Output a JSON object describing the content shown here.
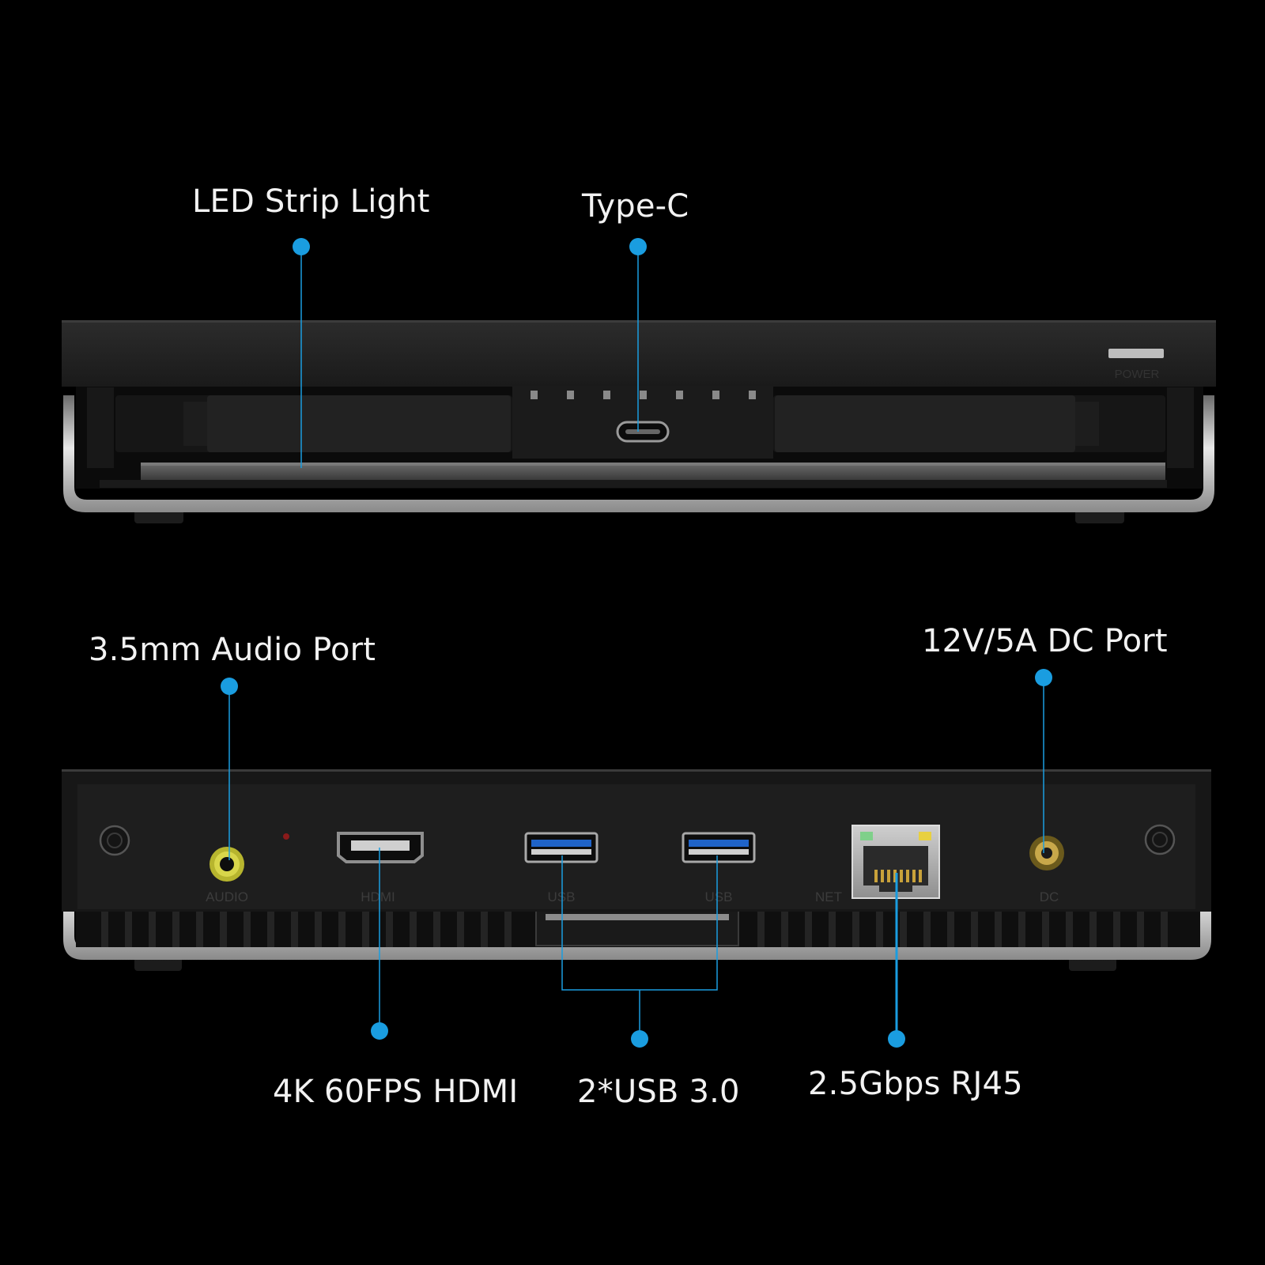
{
  "accent_color": "#1a9de0",
  "front_panel": {
    "button_label": "POWER",
    "callouts": {
      "led_strip": "LED Strip Light",
      "type_c": "Type-C"
    }
  },
  "rear_panel": {
    "port_labels": {
      "audio": "AUDIO",
      "hdmi": "HDMI",
      "usb_1": "USB",
      "usb_2": "USB",
      "net": "NET",
      "dc": "DC"
    },
    "callouts": {
      "audio": "3.5mm Audio Port",
      "dc": "12V/5A DC Port",
      "hdmi": "4K 60FPS HDMI",
      "usb": "2*USB 3.0",
      "rj45": "2.5Gbps RJ45"
    }
  }
}
